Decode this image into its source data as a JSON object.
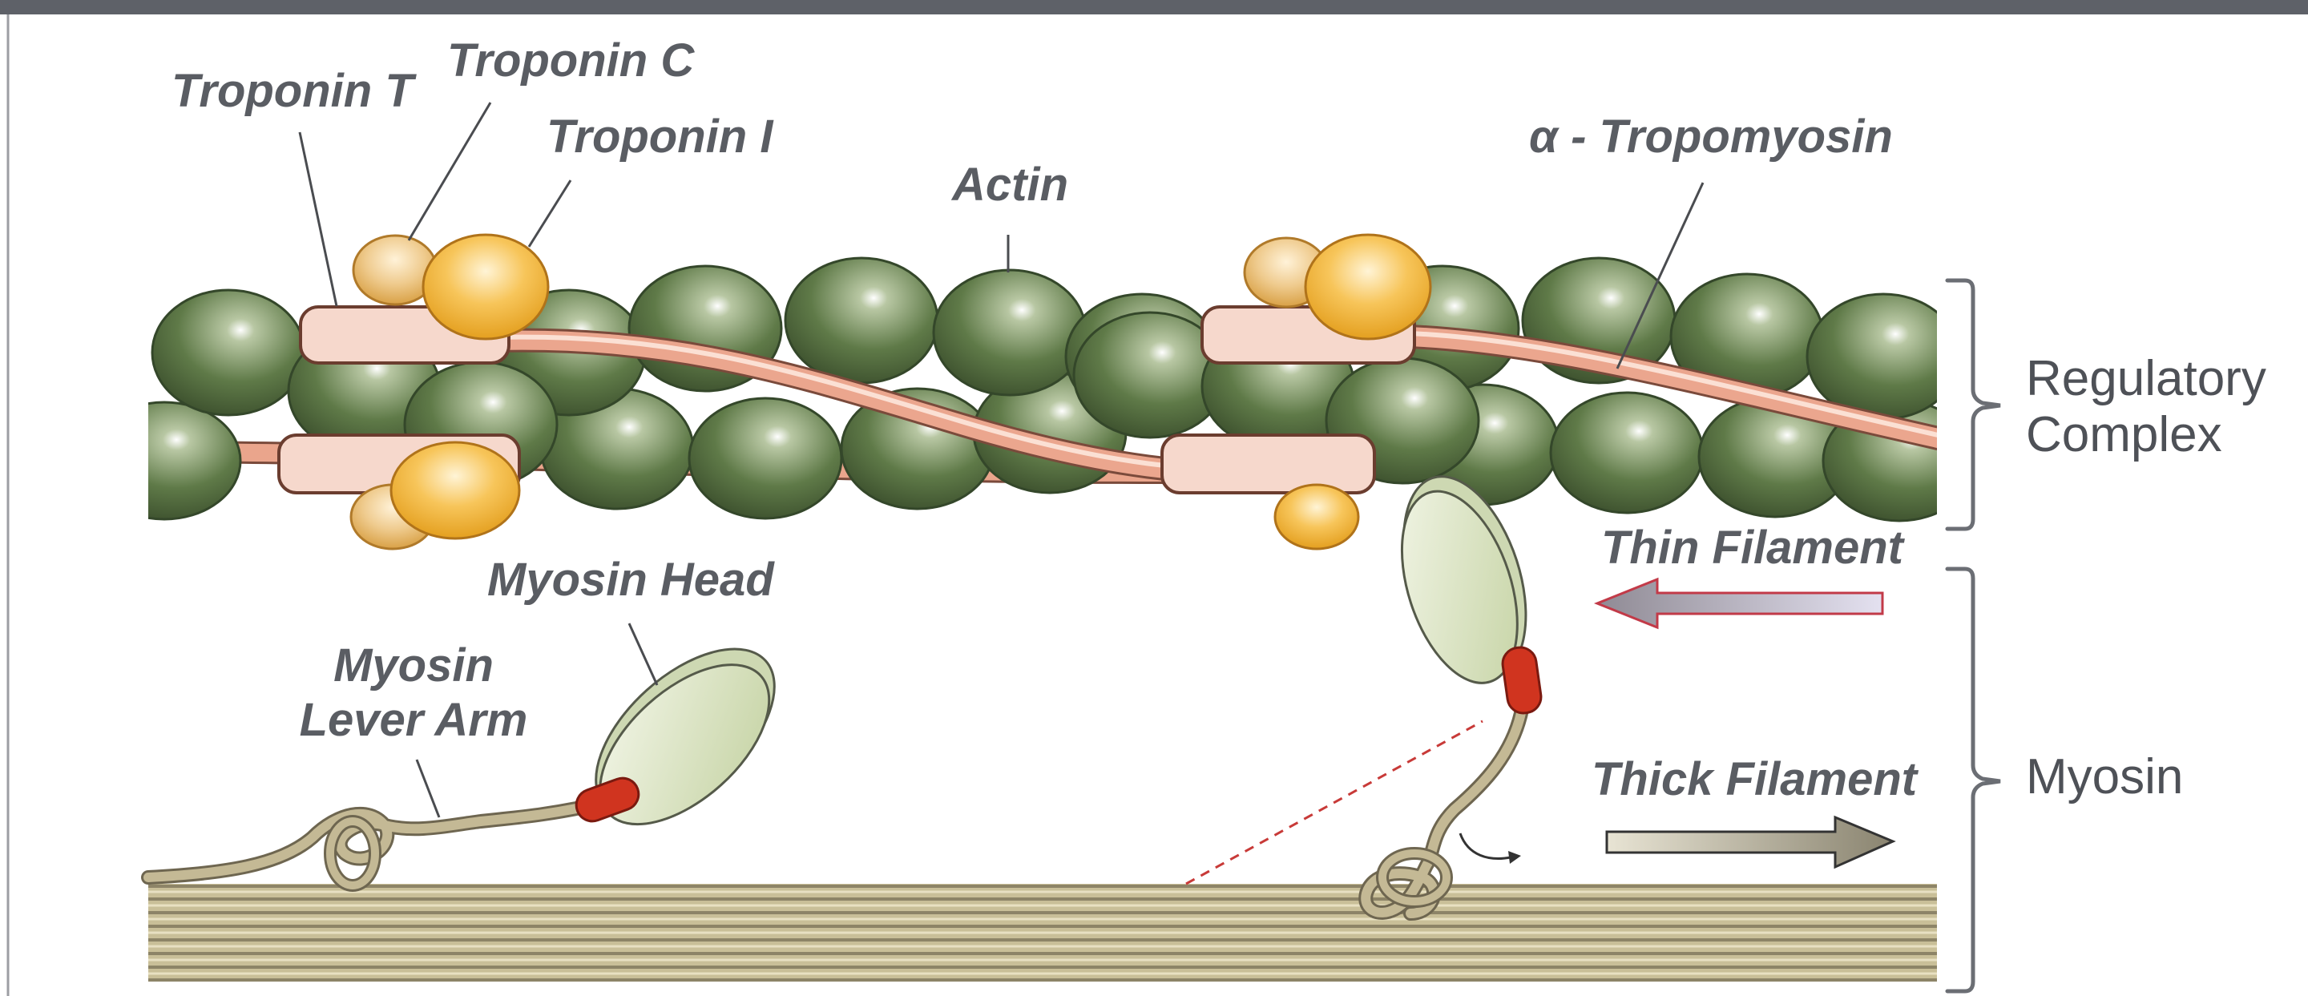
{
  "labels": {
    "troponin_t": "Troponin T",
    "troponin_c": "Troponin C",
    "troponin_i": "Troponin I",
    "actin": "Actin",
    "tropomyosin": "α - Tropomyosin",
    "myosin_head": "Myosin Head",
    "myosin_lever_arm_line1": "Myosin",
    "myosin_lever_arm_line2": "Lever Arm",
    "thin_filament": "Thin Filament",
    "thick_filament": "Thick Filament"
  },
  "brackets": {
    "regulatory_line1": "Regulatory",
    "regulatory_line2": "Complex",
    "myosin": "Myosin"
  },
  "colors": {
    "top_bar": "#5e6168",
    "actin_green": "#5f7a48",
    "actin_dark": "#3f5530",
    "tropomyosin_pink": "#e9a58c",
    "troponin_gold": "#f2b43a",
    "troponin_tan": "#e9c482",
    "myosin_head": "#dde6c6",
    "lever_red": "#d0341f",
    "rope": "#b8ad8a",
    "arrow_thin": "#c23a48",
    "arrow_thick": "#a39d8a"
  }
}
